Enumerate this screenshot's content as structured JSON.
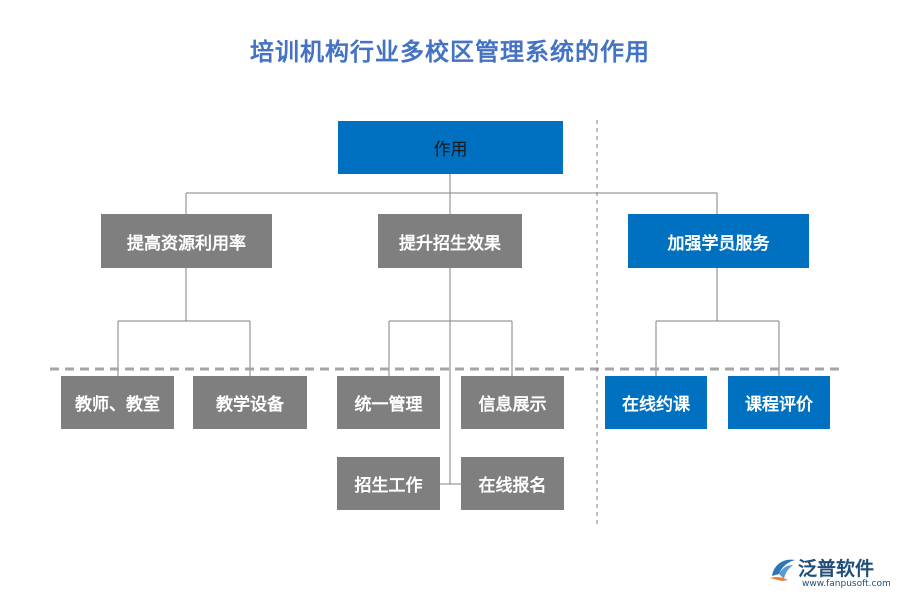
{
  "title": "培训机构行业多校区管理系统的作用",
  "root": {
    "label": "作用"
  },
  "categories": [
    {
      "label": "提高资源利用率",
      "children": [
        "教师、教室",
        "教学设备"
      ]
    },
    {
      "label": "提升招生效果",
      "children": [
        "统一管理",
        "信息展示",
        "招生工作",
        "在线报名"
      ]
    },
    {
      "label": "加强学员服务",
      "children": [
        "在线约课",
        "课程评价"
      ]
    }
  ],
  "brand": {
    "name": "泛普软件",
    "url": "www.fanpusoft.com"
  },
  "colors": {
    "blue": "#0070c0",
    "gray": "#7f7f7f",
    "title": "#4472c4",
    "line": "#808080"
  }
}
